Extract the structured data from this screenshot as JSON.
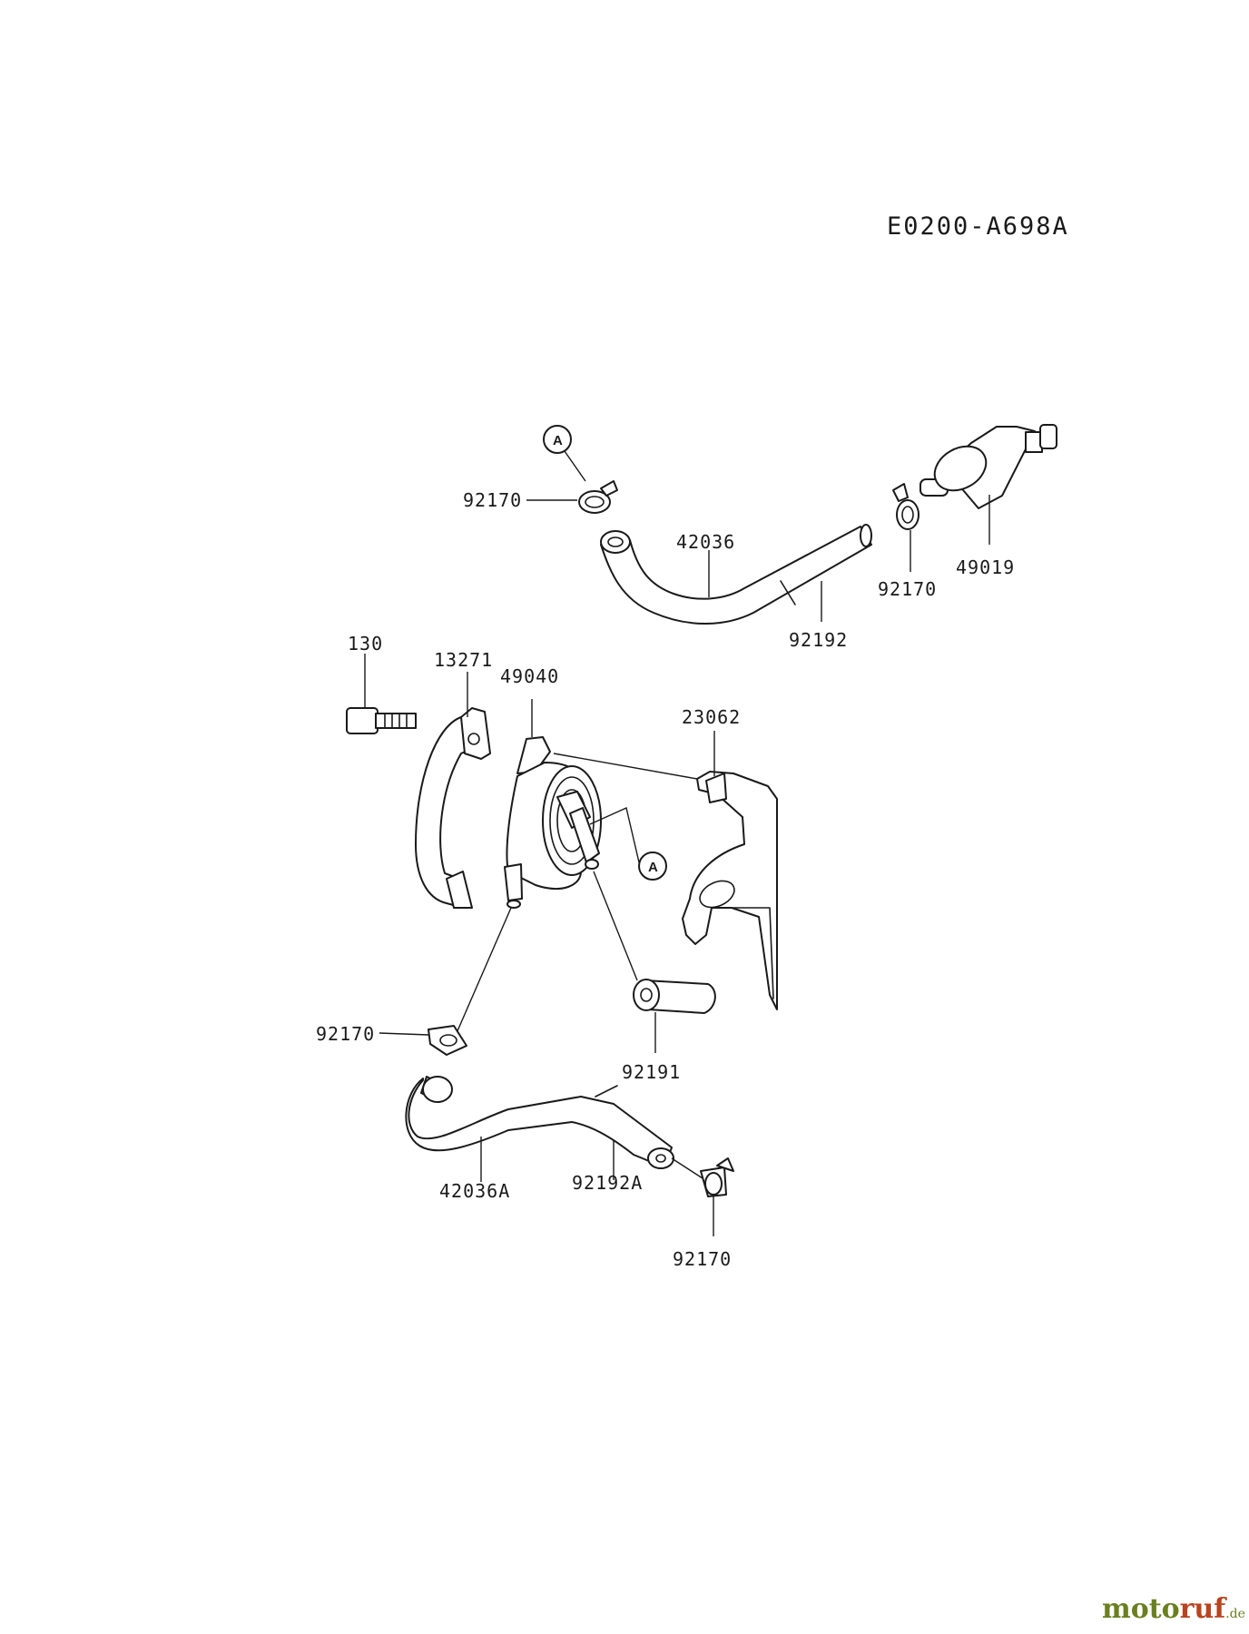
{
  "diagram": {
    "code": "E0200-A698A",
    "ref_marker": "A",
    "labels": {
      "p92170_top": "92170",
      "p42036": "42036",
      "p92192": "92192",
      "p92170_right": "92170",
      "p49019": "49019",
      "p130": "130",
      "p13271": "13271",
      "p49040": "49040",
      "p23062": "23062",
      "p92170_left": "92170",
      "p92191": "92191",
      "p42036A": "42036A",
      "p92192A": "92192A",
      "p92170_bottom": "92170"
    }
  },
  "watermark": {
    "part1": "moto",
    "part2": "ruf",
    "suffix": ".de"
  }
}
